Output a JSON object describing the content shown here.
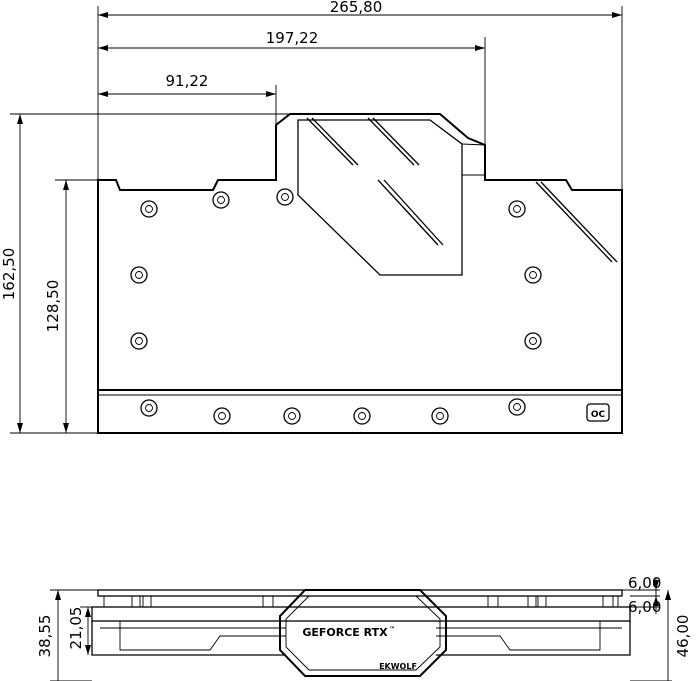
{
  "dimensions": {
    "total_length": "265,80",
    "to_terminal_end": "197,22",
    "to_terminal_start": "91,22",
    "total_height": "162,50",
    "pcb_height": "128,50",
    "side_left_height": "38,55",
    "side_left_inner": "21,05",
    "side_right_top": "6,00",
    "side_right_mid": "6,00",
    "side_right_total": "46,00"
  },
  "labels": {
    "product_logo": "GEFORCE RTX",
    "trademark": "™",
    "brand": "EKWOLF",
    "badge": "OC"
  },
  "colors": {
    "line": "#000000",
    "background": "#ffffff"
  }
}
